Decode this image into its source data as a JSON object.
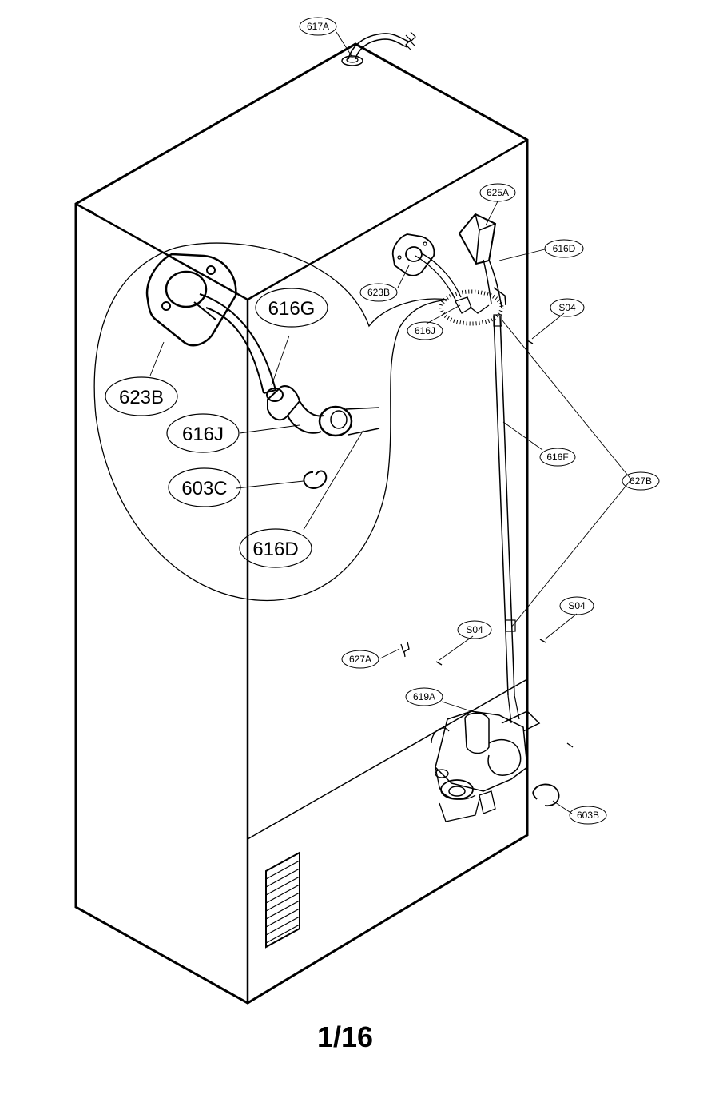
{
  "page_indicator": "1/16",
  "callouts": {
    "c617A": "617A",
    "c625A": "625A",
    "c616D_small": "616D",
    "c623B_small": "623B",
    "c616J_small": "616J",
    "c616F": "616F",
    "c627B": "627B",
    "c S04_top": "S04",
    "cS04_top": "S04",
    "cS04_mid": "S04",
    "cS04_right": "S04",
    "c627A": "627A",
    "c619A": "619A",
    "c603B": "603B",
    "c616G_large": "616G",
    "c623B_large": "623B",
    "c616J_large": "616J",
    "c603C_large": "603C",
    "c616D_large": "616D"
  }
}
